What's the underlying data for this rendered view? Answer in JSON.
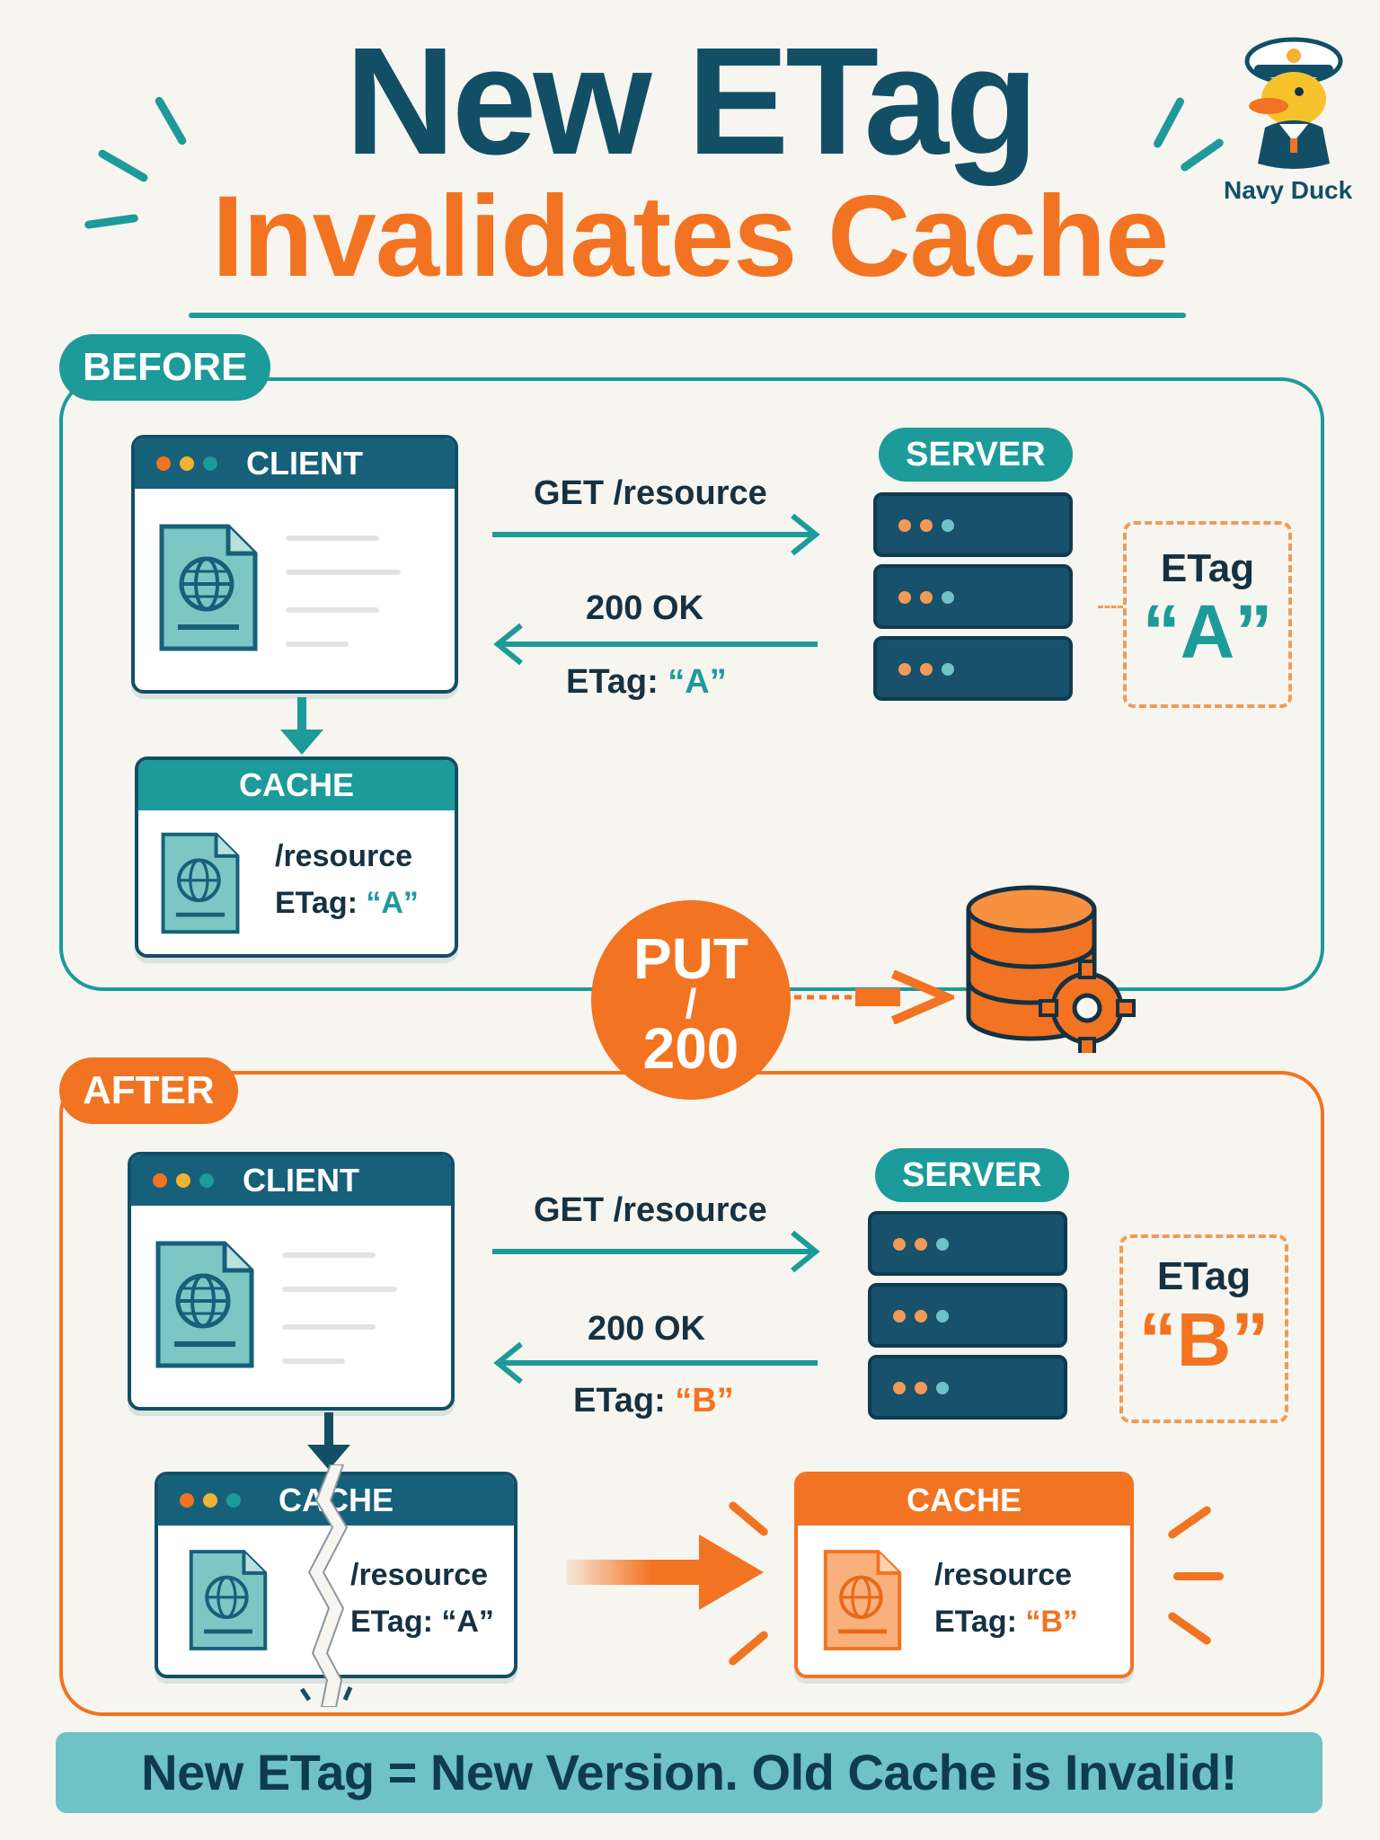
{
  "title": {
    "line1": "New ETag",
    "line2": "Invalidates Cache"
  },
  "mascot": {
    "label": "Navy Duck",
    "icon": "navy-duck-icon"
  },
  "before": {
    "tag": "BEFORE",
    "client": {
      "title": "CLIENT"
    },
    "server": {
      "title": "SERVER"
    },
    "request": {
      "label": "GET /resource"
    },
    "response": {
      "status": "200 OK",
      "etag_prefix": "ETag: ",
      "etag_value": "“A”"
    },
    "etag_box": {
      "label": "ETag",
      "value": "“A”"
    },
    "cache": {
      "title": "CACHE",
      "path": "/resource",
      "etag_prefix": "ETag: ",
      "etag_value": "“A”"
    }
  },
  "put": {
    "line1": "PUT",
    "line2": "/",
    "line3": "200"
  },
  "after": {
    "tag": "AFTER",
    "client": {
      "title": "CLIENT"
    },
    "server": {
      "title": "SERVER"
    },
    "request": {
      "label": "GET /resource"
    },
    "response": {
      "status": "200 OK",
      "etag_prefix": "ETag: ",
      "etag_value": "“B”"
    },
    "etag_box": {
      "label": "ETag",
      "value": "“B”"
    },
    "old_cache": {
      "title": "CACHE",
      "path": "/resource",
      "etag": "ETag: “A”"
    },
    "new_cache": {
      "title": "CACHE",
      "path": "/resource",
      "etag_prefix": "ETag: ",
      "etag_value": "“B”"
    }
  },
  "banner": {
    "text": "New ETag  = New Version. Old Cache is Invalid!"
  },
  "colors": {
    "navy": "#124f67",
    "teal": "#1d9a9a",
    "orange": "#f27321",
    "background": "#f7f5ef"
  }
}
